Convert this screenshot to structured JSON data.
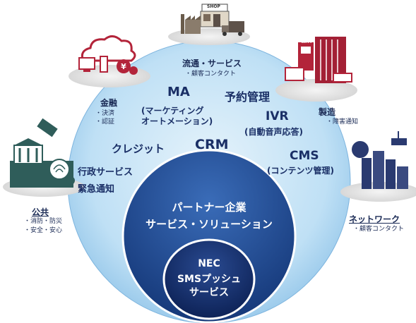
{
  "domains": {
    "distribution": {
      "title": "流通・サービス",
      "items": [
        "・顧客コンタクト"
      ]
    },
    "finance": {
      "title": "金融",
      "items": [
        "・決済",
        "・認証"
      ]
    },
    "manufacturing": {
      "title": "製造",
      "items": [
        "・障害通知"
      ]
    },
    "public": {
      "title": "公共",
      "items": [
        "・消防・防災",
        "・安全・安心"
      ]
    },
    "network": {
      "title": "ネットワーク",
      "items": [
        "・顧客コンタクト"
      ]
    }
  },
  "services": {
    "ma": "MA",
    "ma_desc_1": "(マーケティング",
    "ma_desc_2": "オートメーション)",
    "reservation": "予約管理",
    "ivr": "IVR",
    "ivr_desc": "(自動音声応答)",
    "credit": "クレジット",
    "crm": "CRM",
    "cms": "CMS",
    "cms_desc": "(コンテンツ管理)",
    "admin": "行政サービス",
    "emergency": "緊急通知"
  },
  "partner": {
    "line1": "パートナー企業",
    "line2": "サービス・ソリューション"
  },
  "core": {
    "line1": "NEC",
    "line2": "SMSプッシュ",
    "line3": "サービス"
  },
  "icons": {
    "shop_sign": "SHOP",
    "atm_sign": "ATM",
    "names": [
      "shop-factory-truck-icon",
      "cloud-computer-yen-icon",
      "atm-server-register-icon",
      "bank-satellite-fingerprint-icon",
      "globe-city-camera-icon"
    ]
  },
  "colors": {
    "outer_circle": "#a9d3ef",
    "partner_circle": "#1f4d99",
    "core_circle": "#0e2660",
    "icon_red": "#b3243a",
    "icon_green": "#2f5d5a",
    "icon_navy": "#2a3a70"
  }
}
